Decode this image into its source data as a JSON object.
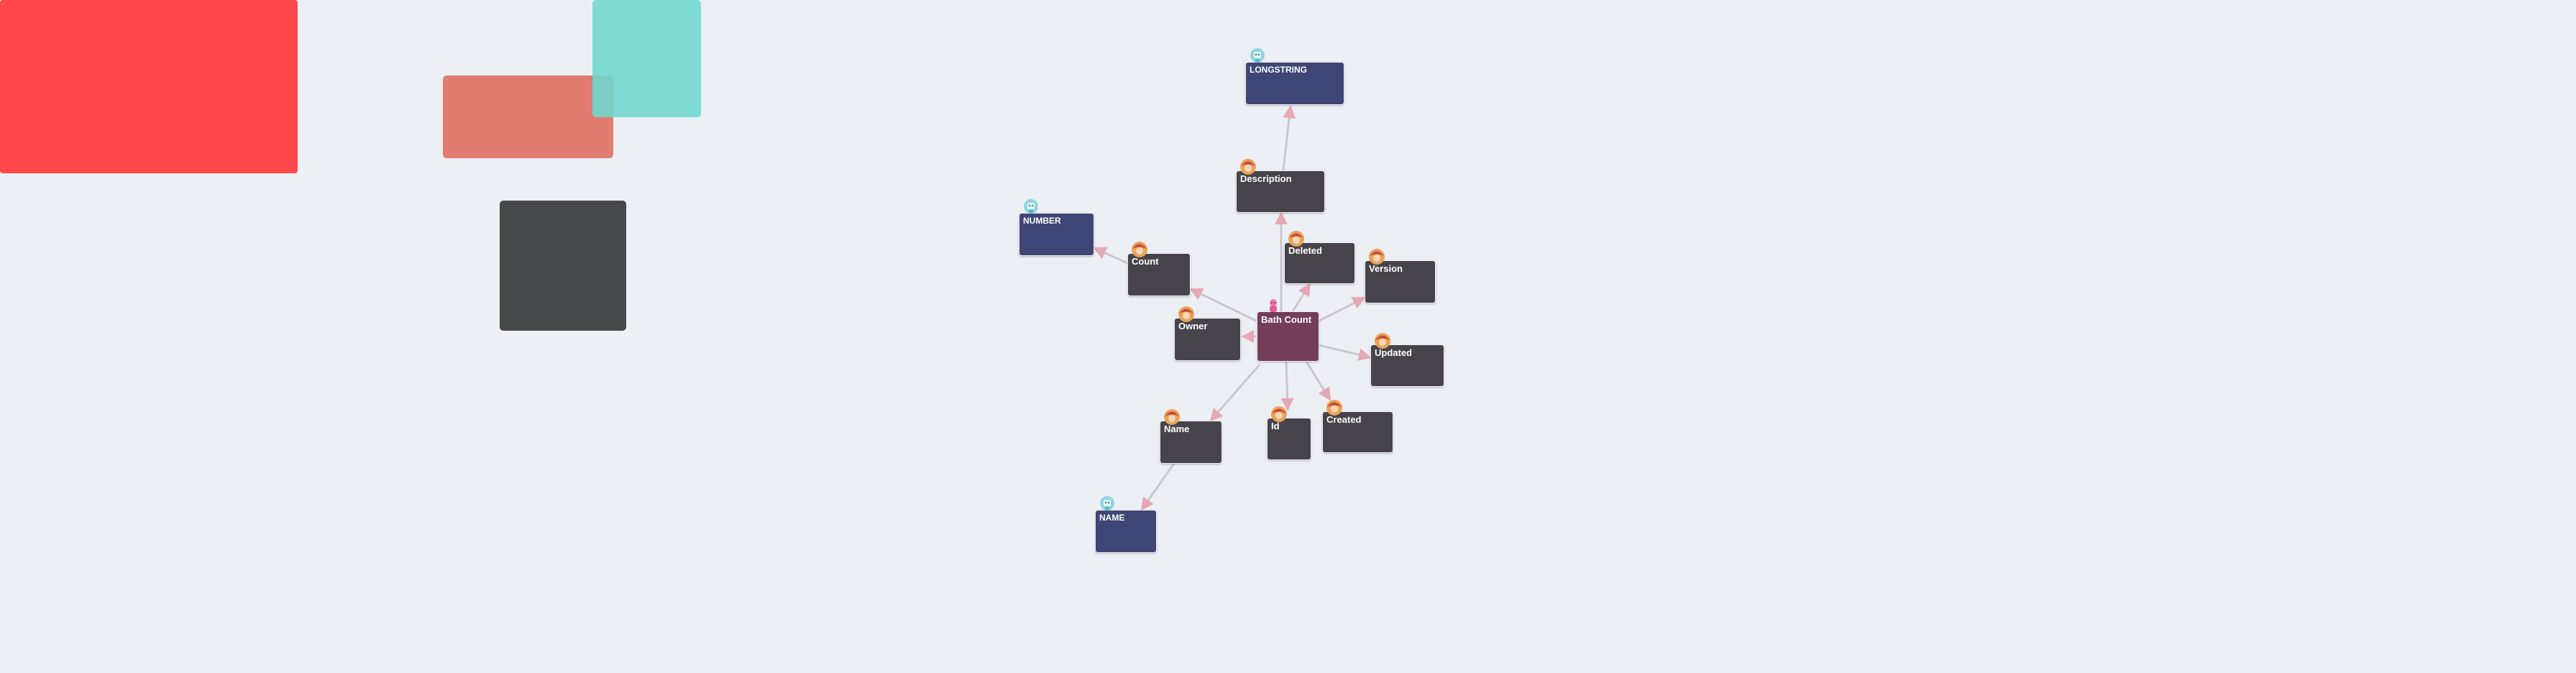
{
  "colors": {
    "background": "#eceff4",
    "property_node": "#46444a",
    "type_node": "#3f4575",
    "center_node": "#733e58",
    "edge": "#c7c8cf",
    "arrow_tip": "#e4a9b4"
  },
  "graph": {
    "center": {
      "label": "Bath Count",
      "icon": "pink-person-icon"
    },
    "properties": [
      {
        "label": "Description",
        "icon": "person-avatar-icon"
      },
      {
        "label": "Deleted",
        "icon": "person-avatar-icon"
      },
      {
        "label": "Version",
        "icon": "person-avatar-icon"
      },
      {
        "label": "Updated",
        "icon": "person-avatar-icon"
      },
      {
        "label": "Created",
        "icon": "person-avatar-icon"
      },
      {
        "label": "Id",
        "icon": "person-avatar-icon"
      },
      {
        "label": "Name",
        "icon": "person-avatar-icon"
      },
      {
        "label": "Owner",
        "icon": "person-avatar-icon"
      },
      {
        "label": "Count",
        "icon": "person-avatar-icon"
      }
    ],
    "types": [
      {
        "label": "LONGSTRING",
        "icon": "robot-icon"
      },
      {
        "label": "NUMBER",
        "icon": "robot-icon"
      },
      {
        "label": "NAME",
        "icon": "robot-icon"
      }
    ]
  }
}
